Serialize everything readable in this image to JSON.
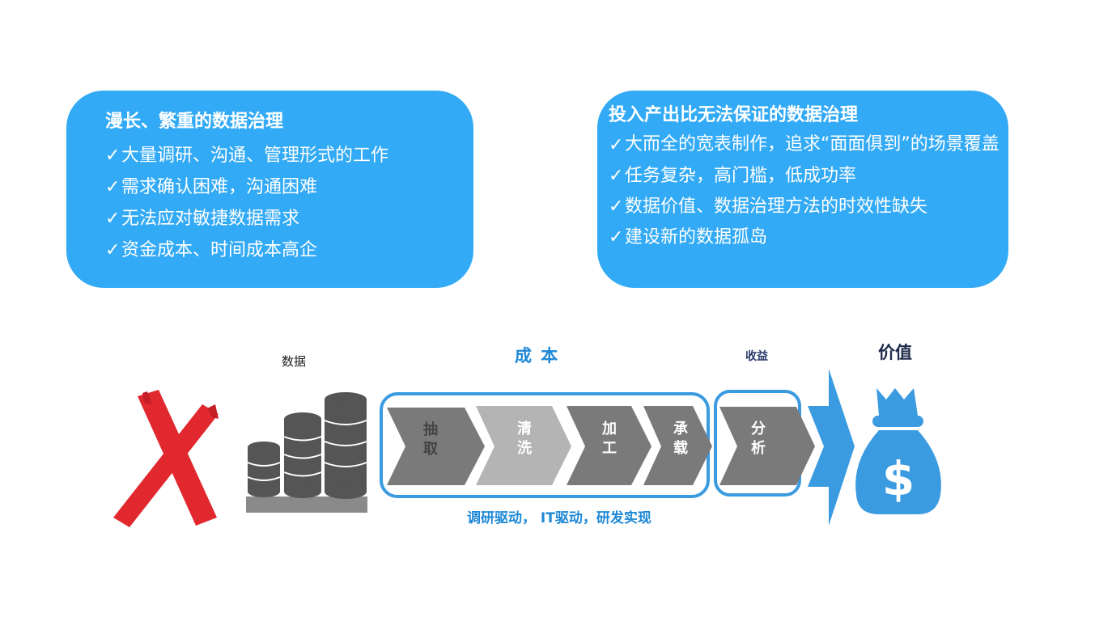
{
  "left_card": {
    "title": "漫长、繁重的数据治理",
    "check": "✓",
    "items": [
      "大量调研、沟通、管理形式的工作",
      "需求确认困难，沟通困难",
      "无法应对敏捷数据需求",
      "资金成本、时间成本高企"
    ]
  },
  "right_card": {
    "title": "投入产出比无法保证的数据治理",
    "check": "✓",
    "items": [
      "大而全的宽表制作，追求“面面俱到”的场景覆盖",
      "任务复杂，高门槛，低成功率",
      "数据价值、数据治理方法的时效性缺失",
      "建设新的数据孤岛"
    ]
  },
  "flow": {
    "data_label": "数据",
    "cost_label": "成 本",
    "revenue_label": "收益",
    "value_label": "价值",
    "drivers_label": "调研驱动， IT驱动，研发实现",
    "steps": [
      "抽\n取",
      "清\n洗",
      "加\n工",
      "承\n载",
      "分\n析"
    ],
    "money_symbol": "$",
    "icons": [
      "red-x-icon",
      "database-stack-icon",
      "arrow-right-icon",
      "money-bag-icon"
    ]
  },
  "colors": {
    "card_blue": "#33aaf5",
    "frame_blue": "#3b9be0",
    "arrow_blue": "#3b9be0",
    "x_red": "#e0282e",
    "db_gray": "#555555",
    "chevron_dark": "#7a7a7a",
    "chevron_light": "#b4b4b4"
  }
}
